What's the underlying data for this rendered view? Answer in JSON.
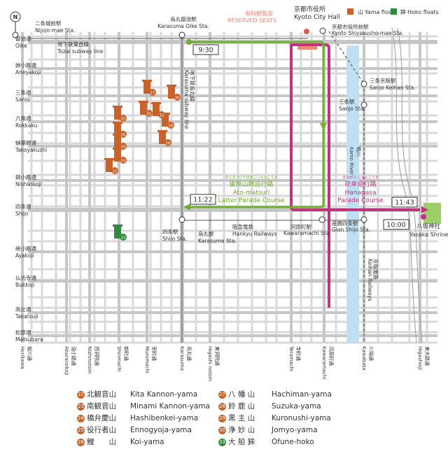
{
  "north_label": "N",
  "legend": {
    "yama_label": "山",
    "yama_en": "Yama floats",
    "hoko_label": "鉾",
    "hoko_en": "Hoko floats",
    "yama_color": "#c8622a",
    "hoko_color": "#2f8a3f"
  },
  "colors": {
    "ato_route": "#6fae2e",
    "hanagasa_route": "#c0337e",
    "river": "#bfe0f2",
    "road": "#d9d9d9",
    "text": "#333333",
    "seats": "#ee8a78"
  },
  "landmarks": {
    "city_hall_jp": "京都市役所",
    "city_hall_en": "Kyoto City Hall",
    "reserved_jp": "有料観覧席",
    "reserved_en": "RESERVED SEATS",
    "kamo_jp": "鴨川",
    "kamo_en": "Kamo River",
    "yasaka_jp": "八坂神社",
    "yasaka_en": "Yasaka Shrine"
  },
  "stations": {
    "nijojo_jp": "二条城前駅",
    "nijojo_en": "Nijojo-mae Sta.",
    "karasuma_oike_jp": "烏丸御池駅",
    "karasuma_oike_en": "Karasuma Oike Sta.",
    "shiyakusho_jp": "京都市役所前駅",
    "shiyakusho_en": "Kyoto Shiyakusho-mae Sta.",
    "sanjo_keihan_jp": "三条京阪駅",
    "sanjo_keihan_en": "Sanjo Keihan Sta.",
    "sanjo_jp": "三条駅",
    "sanjo_en": "Sanjo Sta.",
    "shijo_jp": "四条駅",
    "shijo_en": "Shijo Sta.",
    "karasuma_jp": "烏丸駅",
    "karasuma_en": "Karasuma Sta.",
    "kawaramachi_jp": "河原町駅",
    "kawaramachi_en": "Kawaramachi Sta",
    "gion_jp": "祇園四条駅",
    "gion_en": "Gion Shijo Sta."
  },
  "rail_lines": {
    "tozai_jp": "地下鉄東西線",
    "tozai_en": "Tozai subway line",
    "karasuma_line_jp": "地下鉄烏丸線",
    "karasuma_line_en": "Karasuma subway line",
    "hankyu_jp": "阪急電鉄",
    "hankyu_en": "Hankyu Railways",
    "keihan_jp": "京阪電鉄",
    "keihan_en": "Keihan Railways"
  },
  "streets_ew": [
    {
      "jp": "御池通",
      "en": "Oike"
    },
    {
      "jp": "姉小路通",
      "en": "Aneyakoji"
    },
    {
      "jp": "三条通",
      "en": "Sanjo"
    },
    {
      "jp": "六角通",
      "en": "Rokkaku"
    },
    {
      "jp": "蛸薬師通",
      "en": "Takoyakushi"
    },
    {
      "jp": "錦小路通",
      "en": "Nishikikoji"
    },
    {
      "jp": "四条通",
      "en": "Shijo"
    },
    {
      "jp": "綾小路通",
      "en": "Ayakoji"
    },
    {
      "jp": "仏光寺通",
      "en": "Bukkoji"
    },
    {
      "jp": "高辻通",
      "en": "Takatsuji"
    },
    {
      "jp": "松原通",
      "en": "Matsubara"
    }
  ],
  "streets_ns": [
    {
      "jp": "堀川通",
      "en": "Horikawa"
    },
    {
      "jp": "油小路通",
      "en": "Aburanokoji"
    },
    {
      "jp": "西洞院通",
      "en": "Nishinotoin"
    },
    {
      "jp": "新町通",
      "en": "Shinmachi"
    },
    {
      "jp": "室町通",
      "en": "Muromachi"
    },
    {
      "jp": "烏丸通",
      "en": "Karasuma"
    },
    {
      "jp": "東洞院通",
      "en": "Higashi notoin"
    },
    {
      "jp": "寺町通",
      "en": "Teramachi"
    },
    {
      "jp": "河原町通",
      "en": "Kawaramachi"
    },
    {
      "jp": "川端通",
      "en": "Kawabata"
    },
    {
      "jp": "東大路通",
      "en": "Higashioji"
    }
  ],
  "routes": {
    "ato_reading": "あとまつりやまほこじゅんこうろ",
    "ato_jp": "後祭山鉾巡行路",
    "ato_en1": "Ato-matsuri",
    "ato_en2": "Latter Parade Course",
    "hanagasa_reading": "はながさ じゅんこうろ",
    "hanagasa_jp": "花傘巡行路",
    "hanagasa_en1": "Hanagasa",
    "hanagasa_en2": "Parade Course"
  },
  "times": {
    "t930": "9:30",
    "t1122": "11:22",
    "t1143": "11:43",
    "t1000": "10:00"
  },
  "floats": [
    {
      "num": "22",
      "type": "yama"
    },
    {
      "num": "23",
      "type": "yama"
    },
    {
      "num": "24",
      "type": "yama"
    },
    {
      "num": "25",
      "type": "yama"
    },
    {
      "num": "26",
      "type": "yama"
    },
    {
      "num": "27",
      "type": "yama"
    },
    {
      "num": "28",
      "type": "yama"
    },
    {
      "num": "29",
      "type": "yama"
    },
    {
      "num": "30",
      "type": "yama"
    },
    {
      "num": "31",
      "type": "yama"
    },
    {
      "num": "32",
      "type": "yama"
    },
    {
      "num": "33",
      "type": "hoko"
    }
  ],
  "float_legend": [
    {
      "num": "22",
      "jp": "北観音山",
      "en": "Kita Kannon-yama",
      "type": "yama"
    },
    {
      "num": "23",
      "jp": "南観音山",
      "en": "Minami Kannon-yama",
      "type": "yama"
    },
    {
      "num": "24",
      "jp": "橋弁慶山",
      "en": "Hashibenkei-yama",
      "type": "yama"
    },
    {
      "num": "25",
      "jp": "役行者山",
      "en": "Ennogyoja-yama",
      "type": "yama"
    },
    {
      "num": "26",
      "jp": "鯉　　山",
      "en": "Koi-yama",
      "type": "yama"
    },
    {
      "num": "27",
      "jp": "八 幡 山",
      "en": "Hachiman-yama",
      "type": "yama"
    },
    {
      "num": "28",
      "jp": "鈴 鹿 山",
      "en": "Suzuka-yama",
      "type": "yama"
    },
    {
      "num": "29",
      "jp": "黒 主 山",
      "en": "Kuronushi-yama",
      "type": "yama"
    },
    {
      "num": "30",
      "jp": "浄 妙 山",
      "en": "Jomyo-yama",
      "type": "yama"
    },
    {
      "num": "33",
      "jp": "大 船 鉾",
      "en": "Ofune-hoko",
      "type": "hoko"
    }
  ]
}
